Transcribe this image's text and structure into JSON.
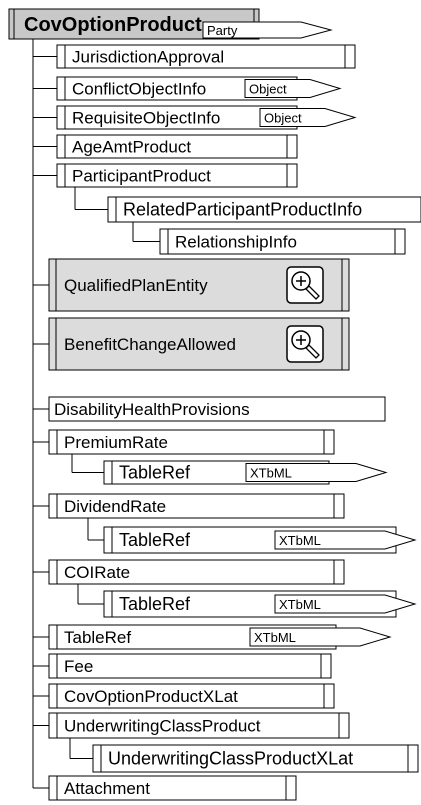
{
  "root": {
    "label": "CovOptionProduct",
    "tag": "Party"
  },
  "nodes": [
    {
      "label": "JurisdictionApproval"
    },
    {
      "label": "ConflictObjectInfo",
      "tag": "Object"
    },
    {
      "label": "RequisiteObjectInfo",
      "tag": "Object"
    },
    {
      "label": "AgeAmtProduct"
    },
    {
      "label": "ParticipantProduct"
    },
    {
      "label": "RelatedParticipantProductInfo"
    },
    {
      "label": "RelationshipInfo"
    },
    {
      "label": "QualifiedPlanEntity",
      "icon": "zoom-in-icon"
    },
    {
      "label": "BenefitChangeAllowed",
      "icon": "zoom-in-icon"
    },
    {
      "label": "DisabilityHealthProvisions"
    },
    {
      "label": "PremiumRate"
    },
    {
      "label": "TableRef",
      "tag": "XTbML"
    },
    {
      "label": "DividendRate"
    },
    {
      "label": "TableRef",
      "tag": "XTbML"
    },
    {
      "label": "COIRate"
    },
    {
      "label": "TableRef",
      "tag": "XTbML"
    },
    {
      "label": "TableRef",
      "tag": "XTbML"
    },
    {
      "label": "Fee"
    },
    {
      "label": "CovOptionProductXLat"
    },
    {
      "label": "UnderwritingClassProduct"
    },
    {
      "label": "UnderwritingClassProductXLat"
    },
    {
      "label": "Attachment"
    }
  ]
}
